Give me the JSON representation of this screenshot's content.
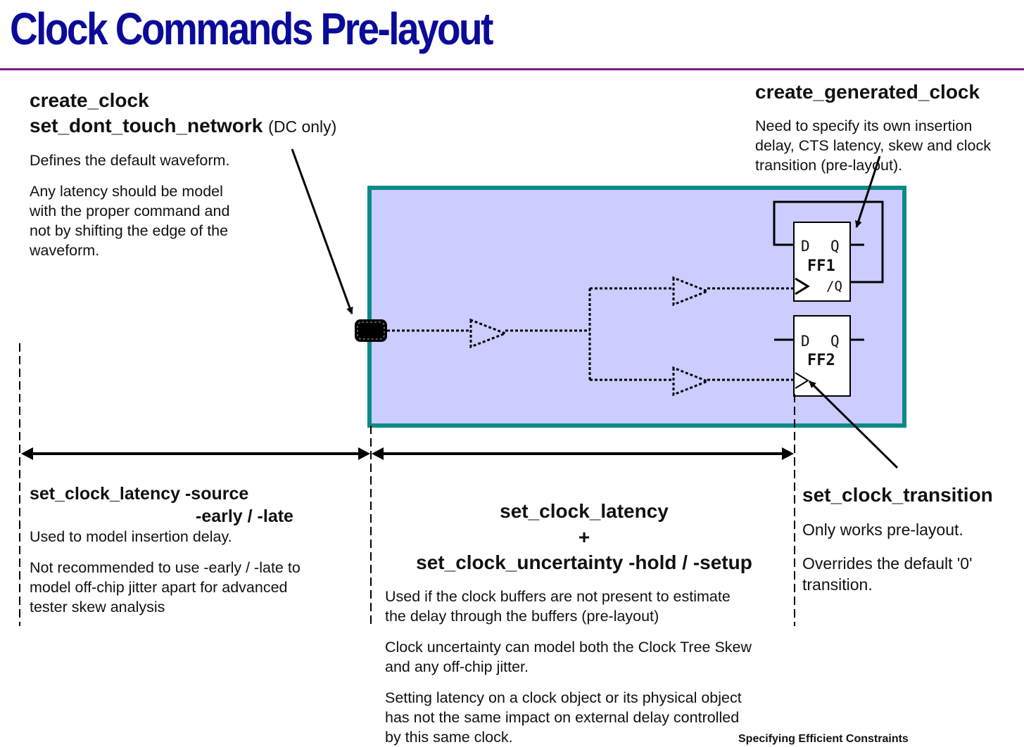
{
  "slide_title": "Clock Commands Pre-layout",
  "top_left": {
    "cmd1": "create_clock",
    "cmd2": "set_dont_touch_network",
    "cmd2_note": "(DC only)",
    "text1": "Defines the default waveform.",
    "text2_lines": [
      "Any latency should be model",
      "with the proper command and",
      "not by shifting the edge of the",
      "waveform."
    ]
  },
  "top_right": {
    "cmd": "create_generated_clock",
    "text_lines": [
      "Need to specify its own insertion",
      "delay, CTS latency, skew and clock",
      "transition (pre-layout)."
    ]
  },
  "diagram": {
    "ff1": {
      "name": "FF1",
      "d": "D",
      "q": "Q",
      "qbar": "/Q"
    },
    "ff2": {
      "name": "FF2",
      "d": "D",
      "q": "Q"
    },
    "colors": {
      "box_fill": "#ccccff",
      "box_border": "#0d8a88",
      "arrow": "#000000"
    }
  },
  "bottom_left": {
    "cmd1": "set_clock_latency -source",
    "cmd2": "-early / -late",
    "text1": "Used to model insertion delay.",
    "text2_lines": [
      "Not recommended to use -early / -late to",
      "model off-chip jitter apart for advanced",
      "tester skew analysis"
    ]
  },
  "bottom_mid": {
    "cmd1": "set_clock_latency",
    "plus": "+",
    "cmd2": "set_clock_uncertainty -hold / -setup",
    "text1_lines": [
      "Used if the clock buffers are not present to estimate",
      "the delay through the buffers (pre-layout)"
    ],
    "text2_lines": [
      "Clock uncertainty can model both the Clock Tree Skew",
      "and any off-chip jitter."
    ],
    "text3_lines": [
      "Setting latency on a clock object or its physical object",
      "has not the same impact on external delay controlled",
      "by this same clock."
    ]
  },
  "bottom_right": {
    "cmd": "set_clock_transition",
    "text1": "Only works pre-layout.",
    "text2_lines": [
      "Overrides the default '0'",
      "transition."
    ]
  },
  "footer": {
    "text": "Specifying Efficient Constraints"
  }
}
